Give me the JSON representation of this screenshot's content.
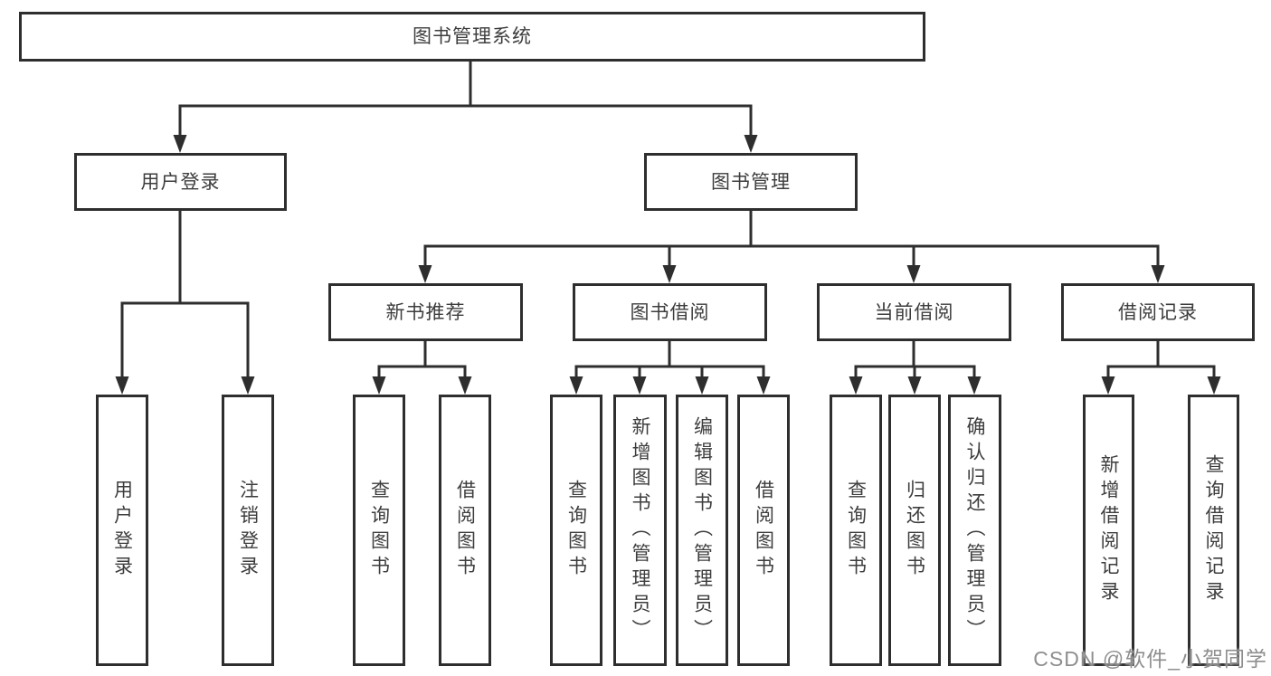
{
  "nodes": {
    "root": "图书管理系统",
    "user_login": "用户登录",
    "book_mgmt": "图书管理",
    "new_book_rec": "新书推荐",
    "book_borrow": "图书借阅",
    "current_borrow": "当前借阅",
    "borrow_records": "借阅记录",
    "ul_user_login": "用户登录",
    "ul_logout": "注销登录",
    "nb_query": "查询图书",
    "nb_borrow": "借阅图书",
    "bb_query": "查询图书",
    "bb_add": "新增图书（管理员）",
    "bb_edit": "编辑图书（管理员）",
    "bb_borrow": "借阅图书",
    "cb_query": "查询图书",
    "cb_return": "归还图书",
    "cb_confirm": "确认归还（管理员）",
    "br_add": "新增借阅记录",
    "br_query": "查询借阅记录"
  },
  "hierarchy": {
    "图书管理系统": {
      "用户登录": [
        "用户登录",
        "注销登录"
      ],
      "图书管理": {
        "新书推荐": [
          "查询图书",
          "借阅图书"
        ],
        "图书借阅": [
          "查询图书",
          "新增图书（管理员）",
          "编辑图书（管理员）",
          "借阅图书"
        ],
        "当前借阅": [
          "查询图书",
          "归还图书",
          "确认归还（管理员）"
        ],
        "借阅记录": [
          "新增借阅记录",
          "查询借阅记录"
        ]
      }
    }
  },
  "watermark": "CSDN @软件_小贺同学",
  "colors": {
    "line": "#2e2e2e",
    "text": "#3d3d3d",
    "background": "#ffffff",
    "watermark": "#8e8e8e"
  }
}
